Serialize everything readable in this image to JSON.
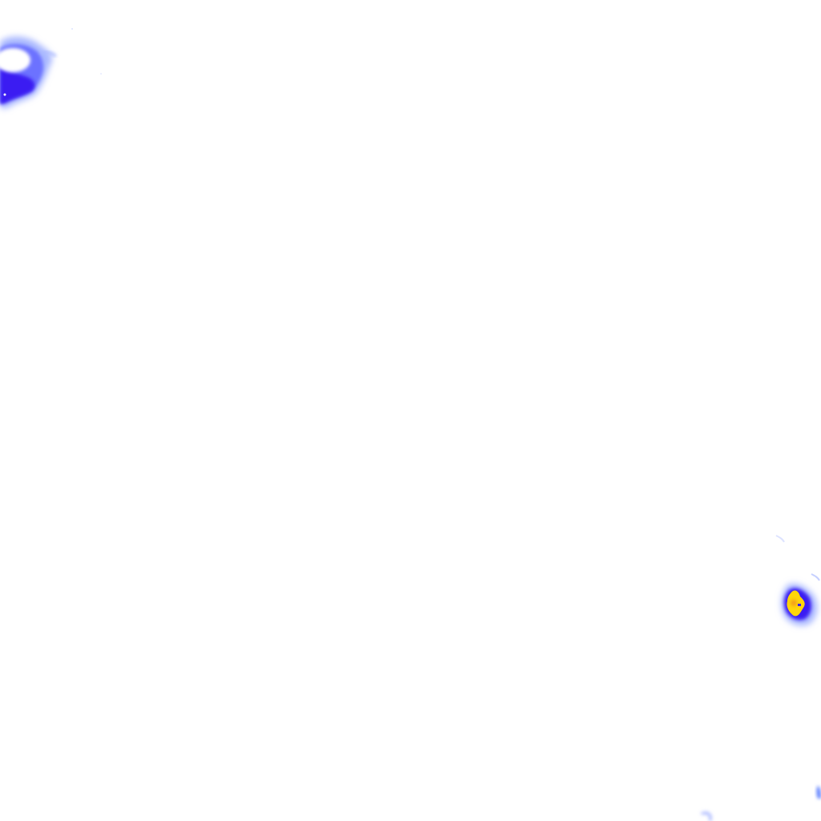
{
  "map": {
    "layer": "precipitation-radar-tile",
    "background": "#ffffff",
    "palette": {
      "light": "#a9b8ff",
      "medium": "#6c72ff",
      "heavy": "#3a1ff2",
      "intense": "#ffd60a",
      "core": "#f39a1a"
    },
    "echoes": [
      {
        "id": "top-left-cell",
        "intensity": "heavy"
      },
      {
        "id": "right-storm-cell",
        "intensity": "intense"
      },
      {
        "id": "bottom-right-trace",
        "intensity": "light"
      },
      {
        "id": "bottom-trace",
        "intensity": "light"
      }
    ]
  }
}
